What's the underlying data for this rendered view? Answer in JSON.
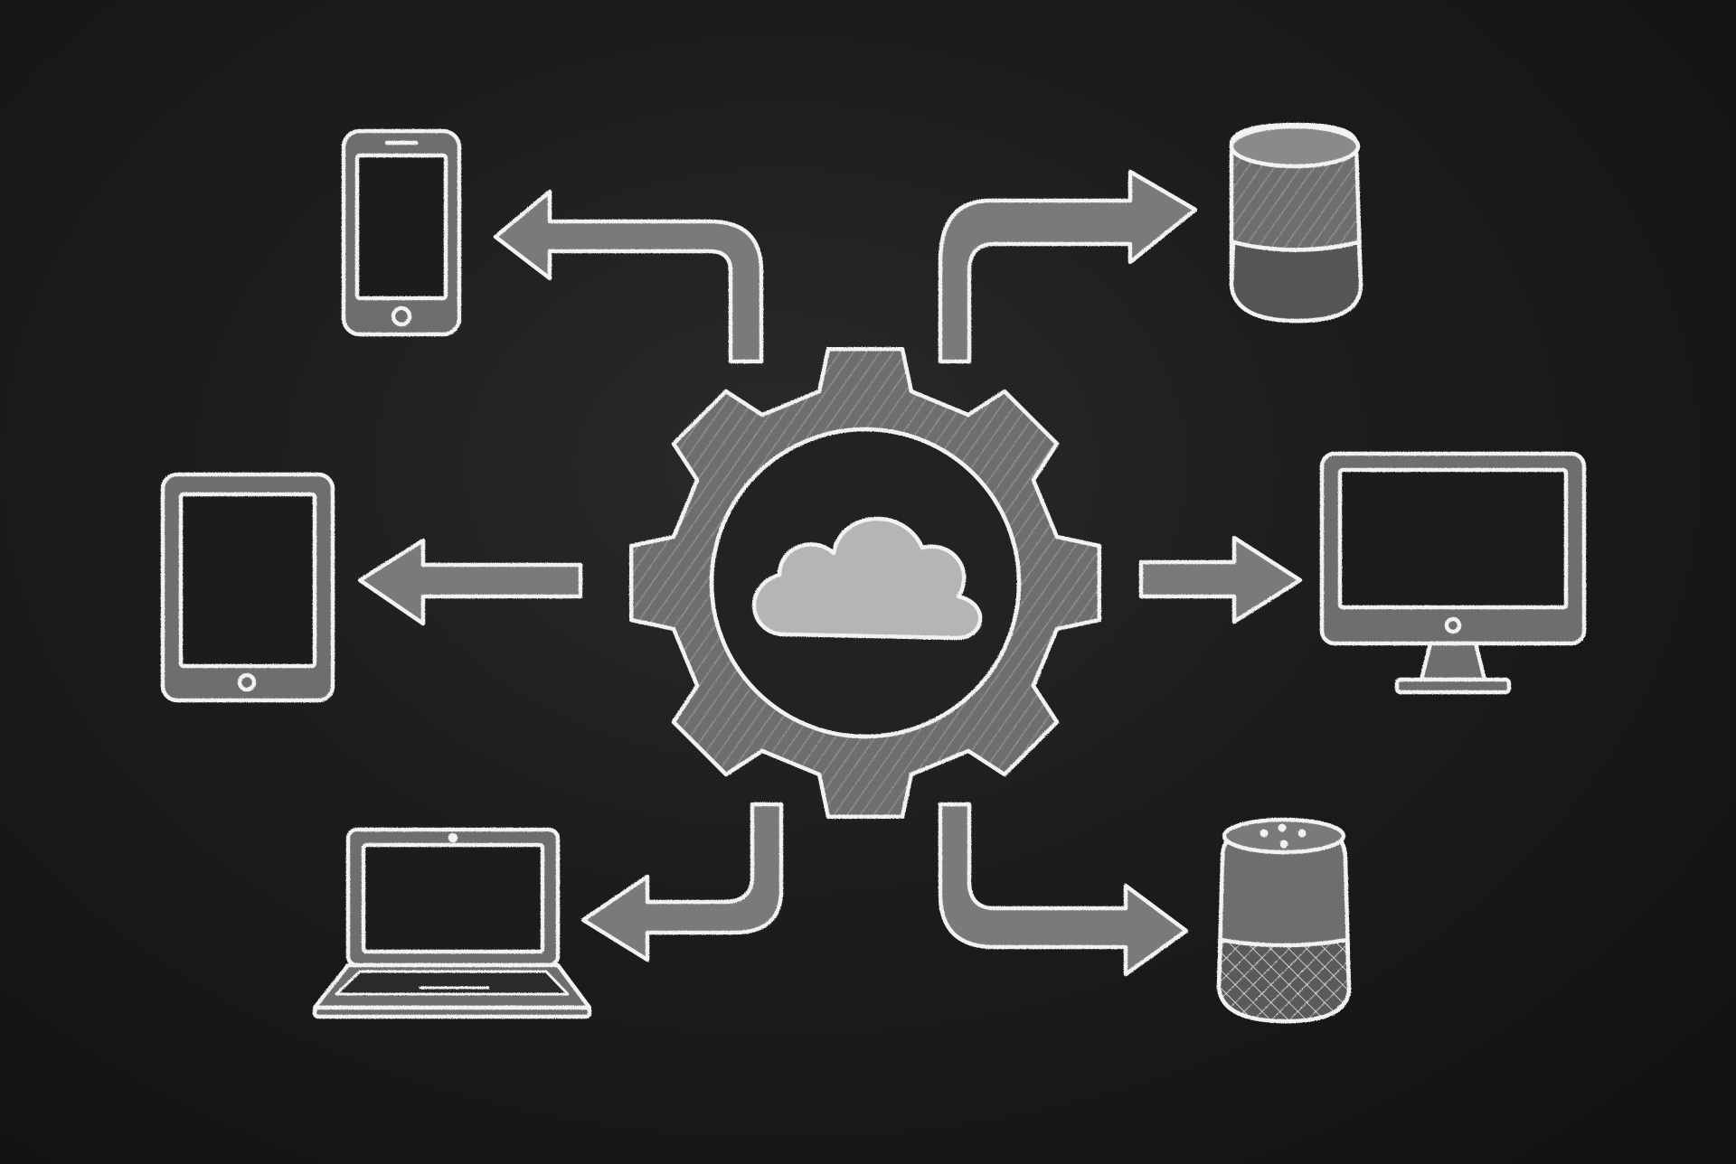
{
  "diagram": {
    "hub": {
      "icon": "gear-icon",
      "inner_icon": "cloud-icon"
    },
    "devices": [
      {
        "id": "smartphone",
        "icon": "smartphone-icon"
      },
      {
        "id": "tablet",
        "icon": "tablet-icon"
      },
      {
        "id": "laptop",
        "icon": "laptop-icon"
      },
      {
        "id": "smart-speaker-cylinder",
        "icon": "smart-speaker-icon"
      },
      {
        "id": "desktop-monitor",
        "icon": "monitor-icon"
      },
      {
        "id": "smart-speaker-dome",
        "icon": "smart-speaker-icon"
      }
    ],
    "connections": [
      {
        "from": "hub",
        "to": "smartphone",
        "icon": "arrow-icon"
      },
      {
        "from": "hub",
        "to": "tablet",
        "icon": "arrow-icon"
      },
      {
        "from": "hub",
        "to": "laptop",
        "icon": "arrow-icon"
      },
      {
        "from": "hub",
        "to": "smart-speaker-cylinder",
        "icon": "arrow-icon"
      },
      {
        "from": "hub",
        "to": "desktop-monitor",
        "icon": "arrow-icon"
      },
      {
        "from": "hub",
        "to": "smart-speaker-dome",
        "icon": "arrow-icon"
      }
    ],
    "colors": {
      "board": "#1c1c1c",
      "chalk": "#f2f2f2",
      "chalk_fill": "#7a7a7a",
      "chalk_fill_dark": "#555555"
    }
  }
}
